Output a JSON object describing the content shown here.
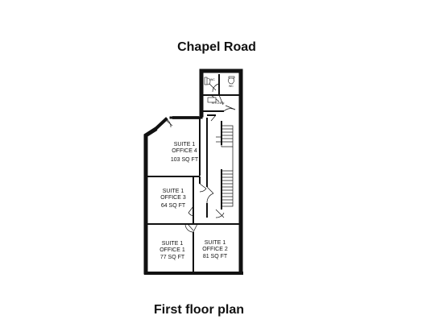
{
  "title": "Chapel Road",
  "subtitle": "First floor plan",
  "rooms": [
    {
      "lines": [
        "SUITE 1",
        "OFFICE 4",
        "103 SQ FT"
      ]
    },
    {
      "lines": [
        "SUITE 1",
        "OFFICE 3",
        "64 SQ FT"
      ]
    },
    {
      "lines": [
        "SUITE 1",
        "OFFICE 1",
        "77 SQ FT"
      ]
    },
    {
      "lines": [
        "SUITE 1",
        "OFFICE 2",
        "81 SQ FT"
      ]
    }
  ],
  "kitchen_label": "KITCHEN",
  "wc_labels": [
    "WC",
    "WC"
  ]
}
